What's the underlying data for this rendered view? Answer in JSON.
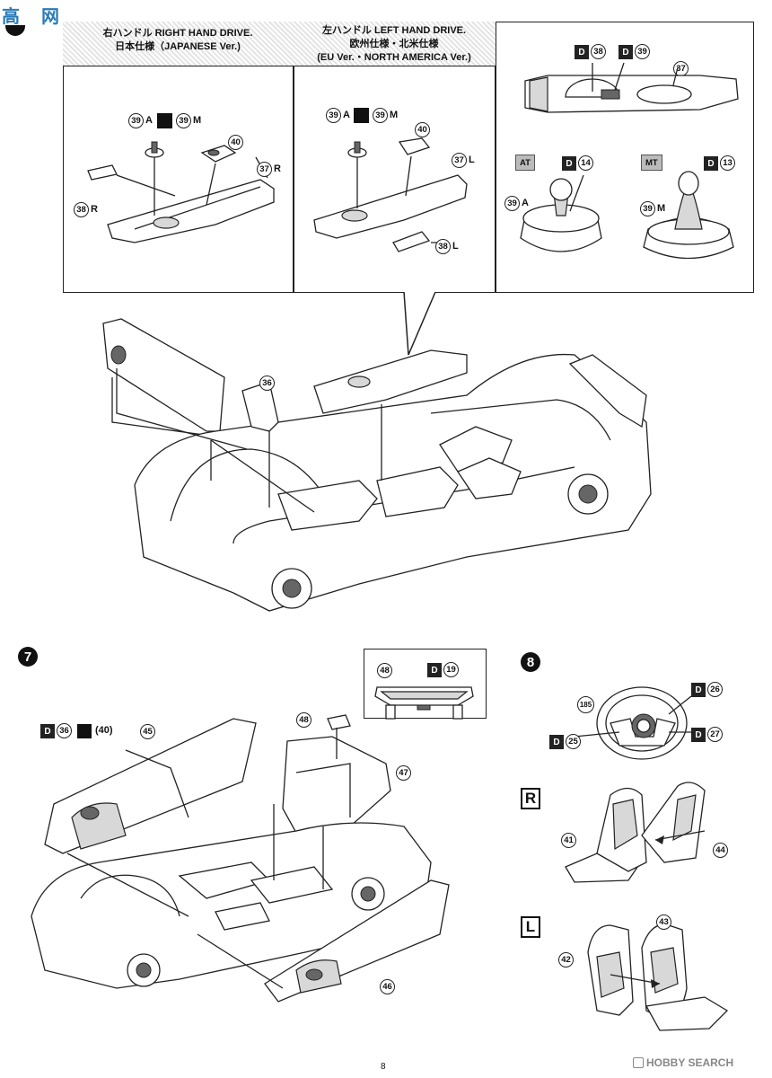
{
  "watermark": {
    "brand_cn": "高",
    "brand_cn2": "网",
    "search_brand": "HOBBY SEARCH"
  },
  "page_number": "8",
  "top_panel": {
    "rhd_title_jp": "右ハンドル RIGHT HAND DRIVE.",
    "rhd_sub": "日本仕様（JAPANESE Ver.)",
    "lhd_title_jp": "左ハンドル LEFT HAND DRIVE.",
    "lhd_sub": "欧州仕様・北米仕様",
    "lhd_sub2": "(EU Ver.・NORTH AMERICA Ver.)"
  },
  "rhd_parts": {
    "p39": "39",
    "a": "A",
    "m": "M",
    "p40": "40",
    "p37": "37",
    "r": "R",
    "p38": "38",
    "r2": "R"
  },
  "lhd_parts": {
    "p39": "39",
    "a": "A",
    "m": "M",
    "p40": "40",
    "p37": "37",
    "l": "L",
    "p38": "38",
    "l2": "L"
  },
  "detail_panel": {
    "d": "D",
    "p38": "38",
    "p39": "39",
    "p37": "37",
    "at": "AT",
    "mt": "MT",
    "p14": "14",
    "p13": "13",
    "p39a": "39",
    "a": "A",
    "p39m": "39",
    "m": "M"
  },
  "step6_parts": {
    "p36": "36"
  },
  "step7": {
    "number": "7",
    "d": "D",
    "p36": "36",
    "p40": "(40)",
    "p45": "45",
    "p48": "48",
    "p47": "47",
    "p46": "46",
    "inset_p48": "48",
    "inset_p19": "19"
  },
  "step8": {
    "number": "8",
    "p185": "185",
    "p26": "26",
    "p25": "25",
    "p27": "27",
    "d": "D",
    "r_label": "R",
    "l_label": "L",
    "p41": "41",
    "p44": "44",
    "p42": "42",
    "p43": "43"
  }
}
